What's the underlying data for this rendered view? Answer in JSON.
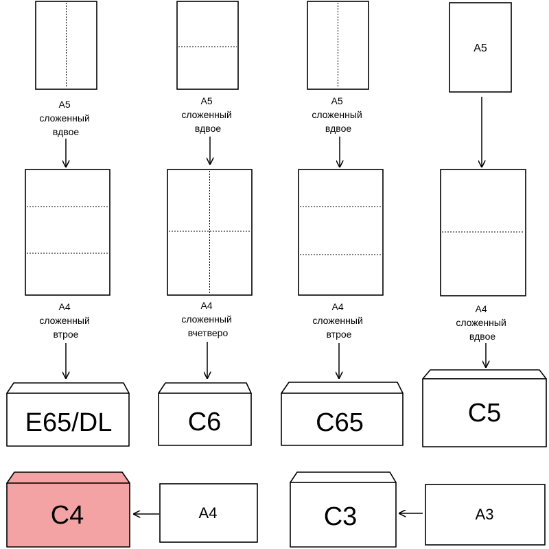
{
  "columns": [
    {
      "a5_caption": [
        "A5",
        "сложенный",
        "вдвое"
      ],
      "a4_caption": [
        "A4",
        "сложенный",
        "втрое"
      ],
      "envelope": "E65/DL"
    },
    {
      "a5_caption": [
        "A5",
        "сложенный",
        "вдвое"
      ],
      "a4_caption": [
        "A4",
        "сложенный",
        "вчетверо"
      ],
      "envelope": "C6"
    },
    {
      "a5_caption": [
        "A5",
        "сложенный",
        "вдвое"
      ],
      "a4_caption": [
        "A4",
        "сложенный",
        "втрое"
      ],
      "envelope": "C65"
    },
    {
      "a5_label": "A5",
      "a4_caption": [
        "A4",
        "сложенный",
        "вдвое"
      ],
      "envelope": "C5"
    }
  ],
  "bottom": {
    "c4_envelope": "C4",
    "a4_sheet": "A4",
    "c3_envelope": "C3",
    "a3_sheet": "A3"
  },
  "colors": {
    "c4_fill": "#f3a3a3",
    "line": "#000000"
  }
}
